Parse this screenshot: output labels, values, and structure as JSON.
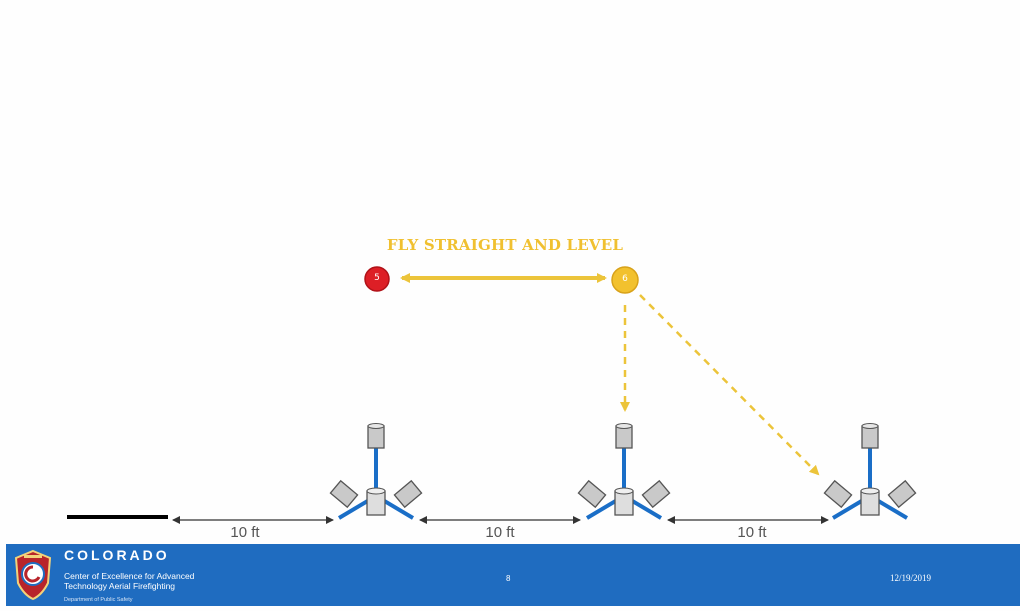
{
  "diagram": {
    "instruction": "FLY STRAIGHT AND LEVEL",
    "waypoints": [
      {
        "id": "5",
        "color": "#dd1f26"
      },
      {
        "id": "6",
        "color": "#f2c12e"
      }
    ],
    "distance_labels": [
      "10 ft",
      "10 ft",
      "10 ft"
    ],
    "colors": {
      "arrow": "#ecc43a",
      "stand": "#1a6ec7",
      "dimension": "#333333"
    }
  },
  "footer": {
    "brand": "COLORADO",
    "org_lines": [
      "Center of Excellence for Advanced",
      "Technology Aerial Firefighting"
    ],
    "department": "Department of Public Safety",
    "page_number": "8",
    "date": "12/19/2019",
    "background_color": "#1f6cc0"
  }
}
